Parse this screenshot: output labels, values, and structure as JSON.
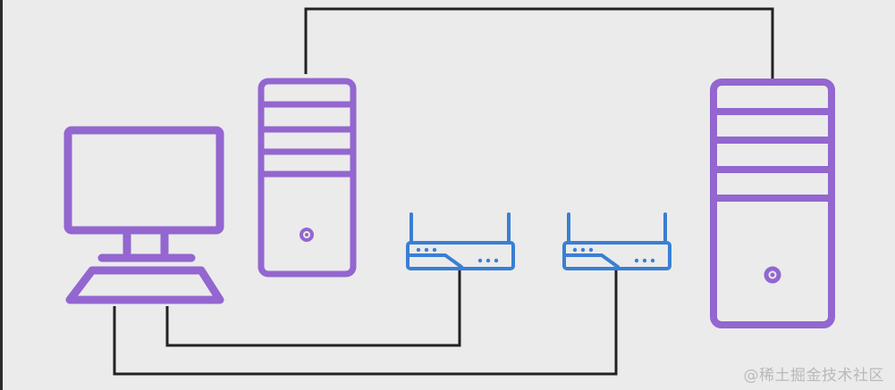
{
  "diagram": {
    "nodes": [
      {
        "id": "computer",
        "icon": "desktop-computer-icon"
      },
      {
        "id": "server-left",
        "icon": "server-tower-icon"
      },
      {
        "id": "router-left",
        "icon": "router-icon"
      },
      {
        "id": "router-right",
        "icon": "router-icon"
      },
      {
        "id": "server-right",
        "icon": "server-tower-icon"
      }
    ],
    "connections": [
      {
        "from": "server-left",
        "to": "server-right"
      },
      {
        "from": "computer",
        "to": "router-left"
      },
      {
        "from": "computer",
        "to": "router-right"
      }
    ]
  },
  "colors": {
    "background": "#ebebeb",
    "device_purple": "#9366d0",
    "router_blue": "#3a7fd3",
    "line_dark": "#222222",
    "watermark": "#b9b9b9"
  },
  "watermark": {
    "text": "@稀土掘金技术社区"
  }
}
